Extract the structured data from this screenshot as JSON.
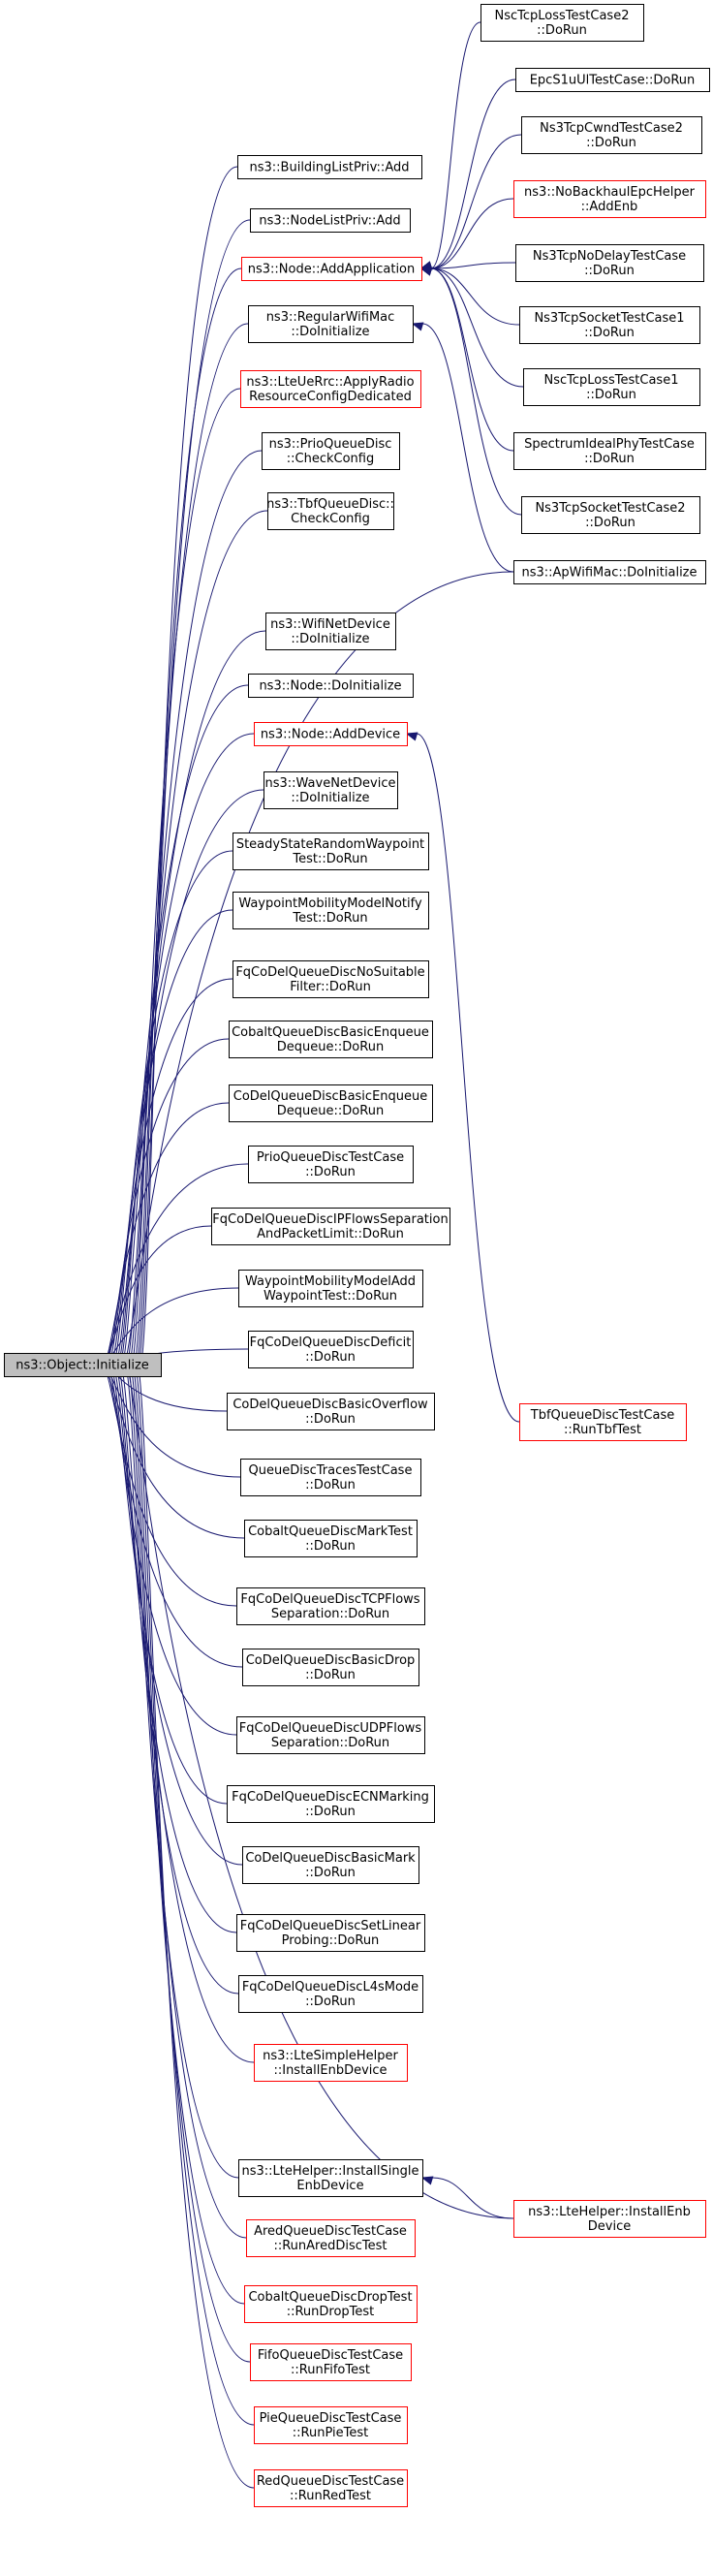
{
  "graph": {
    "root": "ns3::Object::Initialize",
    "nodes": [
      {
        "id": "n0",
        "lines": [
          "ns3::Object::Initialize"
        ],
        "style": "root"
      },
      {
        "id": "n1",
        "lines": [
          "ns3::BuildingListPriv::Add"
        ],
        "style": "black"
      },
      {
        "id": "n2",
        "lines": [
          "ns3::NodeListPriv::Add"
        ],
        "style": "black"
      },
      {
        "id": "n3",
        "lines": [
          "ns3::Node::AddApplication"
        ],
        "style": "red"
      },
      {
        "id": "n4",
        "lines": [
          "ns3::RegularWifiMac",
          "::DoInitialize"
        ],
        "style": "black"
      },
      {
        "id": "n5",
        "lines": [
          "ns3::LteUeRrc::ApplyRadio",
          "ResourceConfigDedicated"
        ],
        "style": "red"
      },
      {
        "id": "n6",
        "lines": [
          "ns3::PrioQueueDisc",
          "::CheckConfig"
        ],
        "style": "black"
      },
      {
        "id": "n7",
        "lines": [
          "ns3::TbfQueueDisc::",
          "CheckConfig"
        ],
        "style": "black"
      },
      {
        "id": "n8",
        "lines": [
          "ns3::WifiNetDevice",
          "::DoInitialize"
        ],
        "style": "black"
      },
      {
        "id": "n9",
        "lines": [
          "ns3::Node::DoInitialize"
        ],
        "style": "black"
      },
      {
        "id": "n10",
        "lines": [
          "ns3::Node::AddDevice"
        ],
        "style": "red"
      },
      {
        "id": "n11",
        "lines": [
          "ns3::WaveNetDevice",
          "::DoInitialize"
        ],
        "style": "black"
      },
      {
        "id": "n12",
        "lines": [
          "SteadyStateRandomWaypoint",
          "Test::DoRun"
        ],
        "style": "black"
      },
      {
        "id": "n13",
        "lines": [
          "WaypointMobilityModelNotify",
          "Test::DoRun"
        ],
        "style": "black"
      },
      {
        "id": "n14",
        "lines": [
          "FqCoDelQueueDiscNoSuitable",
          "Filter::DoRun"
        ],
        "style": "black"
      },
      {
        "id": "n15",
        "lines": [
          "CobaltQueueDiscBasicEnqueue",
          "Dequeue::DoRun"
        ],
        "style": "black"
      },
      {
        "id": "n16",
        "lines": [
          "CoDelQueueDiscBasicEnqueue",
          "Dequeue::DoRun"
        ],
        "style": "black"
      },
      {
        "id": "n17",
        "lines": [
          "PrioQueueDiscTestCase",
          "::DoRun"
        ],
        "style": "black"
      },
      {
        "id": "n18",
        "lines": [
          "FqCoDelQueueDiscIPFlowsSeparation",
          "AndPacketLimit::DoRun"
        ],
        "style": "black"
      },
      {
        "id": "n19",
        "lines": [
          "WaypointMobilityModelAdd",
          "WaypointTest::DoRun"
        ],
        "style": "black"
      },
      {
        "id": "n20",
        "lines": [
          "FqCoDelQueueDiscDeficit",
          "::DoRun"
        ],
        "style": "black"
      },
      {
        "id": "n21",
        "lines": [
          "CoDelQueueDiscBasicOverflow",
          "::DoRun"
        ],
        "style": "black"
      },
      {
        "id": "n22",
        "lines": [
          "QueueDiscTracesTestCase",
          "::DoRun"
        ],
        "style": "black"
      },
      {
        "id": "n23",
        "lines": [
          "CobaltQueueDiscMarkTest",
          "::DoRun"
        ],
        "style": "black"
      },
      {
        "id": "n24",
        "lines": [
          "FqCoDelQueueDiscTCPFlows",
          "Separation::DoRun"
        ],
        "style": "black"
      },
      {
        "id": "n25",
        "lines": [
          "CoDelQueueDiscBasicDrop",
          "::DoRun"
        ],
        "style": "black"
      },
      {
        "id": "n26",
        "lines": [
          "FqCoDelQueueDiscUDPFlows",
          "Separation::DoRun"
        ],
        "style": "black"
      },
      {
        "id": "n27",
        "lines": [
          "FqCoDelQueueDiscECNMarking",
          "::DoRun"
        ],
        "style": "black"
      },
      {
        "id": "n28",
        "lines": [
          "CoDelQueueDiscBasicMark",
          "::DoRun"
        ],
        "style": "black"
      },
      {
        "id": "n29",
        "lines": [
          "FqCoDelQueueDiscSetLinear",
          "Probing::DoRun"
        ],
        "style": "black"
      },
      {
        "id": "n30",
        "lines": [
          "FqCoDelQueueDiscL4sMode",
          "::DoRun"
        ],
        "style": "black"
      },
      {
        "id": "n31",
        "lines": [
          "ns3::LteSimpleHelper",
          "::InstallEnbDevice"
        ],
        "style": "red"
      },
      {
        "id": "n32",
        "lines": [
          "ns3::LteHelper::InstallSingle",
          "EnbDevice"
        ],
        "style": "black"
      },
      {
        "id": "n33",
        "lines": [
          "AredQueueDiscTestCase",
          "::RunAredDiscTest"
        ],
        "style": "red"
      },
      {
        "id": "n34",
        "lines": [
          "CobaltQueueDiscDropTest",
          "::RunDropTest"
        ],
        "style": "red"
      },
      {
        "id": "n35",
        "lines": [
          "FifoQueueDiscTestCase",
          "::RunFifoTest"
        ],
        "style": "red"
      },
      {
        "id": "n36",
        "lines": [
          "PieQueueDiscTestCase",
          "::RunPieTest"
        ],
        "style": "red"
      },
      {
        "id": "n37",
        "lines": [
          "RedQueueDiscTestCase",
          "::RunRedTest"
        ],
        "style": "red"
      },
      {
        "id": "r1",
        "lines": [
          "NscTcpLossTestCase2",
          "::DoRun"
        ],
        "style": "black"
      },
      {
        "id": "r2",
        "lines": [
          "EpcS1uUlTestCase::DoRun"
        ],
        "style": "black"
      },
      {
        "id": "r3",
        "lines": [
          "Ns3TcpCwndTestCase2",
          "::DoRun"
        ],
        "style": "black"
      },
      {
        "id": "r4",
        "lines": [
          "ns3::NoBackhaulEpcHelper",
          "::AddEnb"
        ],
        "style": "red"
      },
      {
        "id": "r5",
        "lines": [
          "Ns3TcpNoDelayTestCase",
          "::DoRun"
        ],
        "style": "black"
      },
      {
        "id": "r6",
        "lines": [
          "Ns3TcpSocketTestCase1",
          "::DoRun"
        ],
        "style": "black"
      },
      {
        "id": "r7",
        "lines": [
          "NscTcpLossTestCase1",
          "::DoRun"
        ],
        "style": "black"
      },
      {
        "id": "r8",
        "lines": [
          "SpectrumIdealPhyTestCase",
          "::DoRun"
        ],
        "style": "black"
      },
      {
        "id": "r9",
        "lines": [
          "Ns3TcpSocketTestCase2",
          "::DoRun"
        ],
        "style": "black"
      },
      {
        "id": "r10",
        "lines": [
          "ns3::ApWifiMac::DoInitialize"
        ],
        "style": "black"
      },
      {
        "id": "r11",
        "lines": [
          "TbfQueueDiscTestCase",
          "::RunTbfTest"
        ],
        "style": "red"
      },
      {
        "id": "r12",
        "lines": [
          "ns3::LteHelper::InstallEnb",
          "Device"
        ],
        "style": "red"
      }
    ],
    "edges": [
      [
        "n1",
        "n0"
      ],
      [
        "n2",
        "n0"
      ],
      [
        "n3",
        "n0"
      ],
      [
        "n4",
        "n0"
      ],
      [
        "n5",
        "n0"
      ],
      [
        "n6",
        "n0"
      ],
      [
        "n7",
        "n0"
      ],
      [
        "n8",
        "n0"
      ],
      [
        "n9",
        "n0"
      ],
      [
        "n10",
        "n0"
      ],
      [
        "n11",
        "n0"
      ],
      [
        "n12",
        "n0"
      ],
      [
        "n13",
        "n0"
      ],
      [
        "n14",
        "n0"
      ],
      [
        "n15",
        "n0"
      ],
      [
        "n16",
        "n0"
      ],
      [
        "n17",
        "n0"
      ],
      [
        "n18",
        "n0"
      ],
      [
        "n19",
        "n0"
      ],
      [
        "n20",
        "n0"
      ],
      [
        "n21",
        "n0"
      ],
      [
        "n22",
        "n0"
      ],
      [
        "n23",
        "n0"
      ],
      [
        "n24",
        "n0"
      ],
      [
        "n25",
        "n0"
      ],
      [
        "n26",
        "n0"
      ],
      [
        "n27",
        "n0"
      ],
      [
        "n28",
        "n0"
      ],
      [
        "n29",
        "n0"
      ],
      [
        "n30",
        "n0"
      ],
      [
        "n31",
        "n0"
      ],
      [
        "n32",
        "n0"
      ],
      [
        "n33",
        "n0"
      ],
      [
        "n34",
        "n0"
      ],
      [
        "n35",
        "n0"
      ],
      [
        "n36",
        "n0"
      ],
      [
        "n37",
        "n0"
      ],
      [
        "r10",
        "n0"
      ],
      [
        "r12",
        "n0"
      ],
      [
        "r1",
        "n3"
      ],
      [
        "r2",
        "n3"
      ],
      [
        "r3",
        "n3"
      ],
      [
        "r4",
        "n3"
      ],
      [
        "r5",
        "n3"
      ],
      [
        "r6",
        "n3"
      ],
      [
        "r7",
        "n3"
      ],
      [
        "r8",
        "n3"
      ],
      [
        "r9",
        "n3"
      ],
      [
        "r10",
        "n4"
      ],
      [
        "r11",
        "n10"
      ],
      [
        "r12",
        "n32"
      ]
    ]
  },
  "colors": {
    "edge": "#191970",
    "red_border": "#ff0000",
    "black_border": "#000000",
    "root_fill": "#bfbfbf"
  }
}
